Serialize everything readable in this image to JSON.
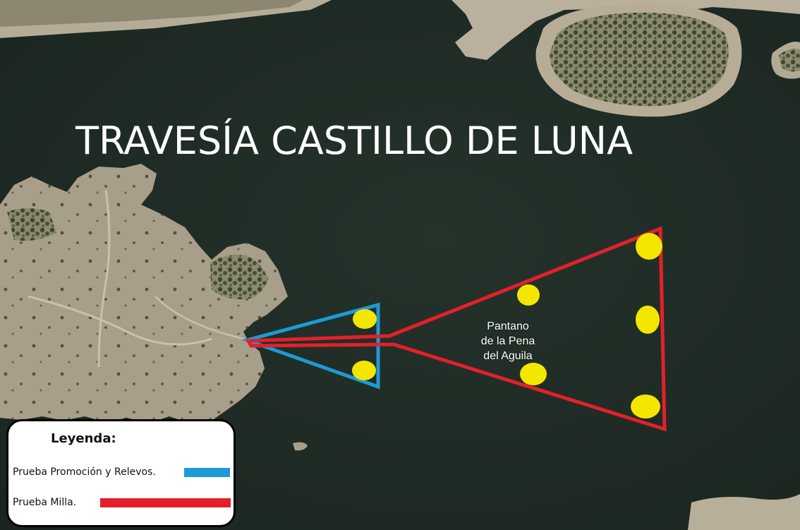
{
  "title": "TRAVESÍA CASTILLO DE LUNA",
  "place_label": [
    "Pantano",
    "de la Pena",
    "del Aguila"
  ],
  "legend": {
    "heading": "Leyenda:",
    "items": [
      {
        "label": "Prueba Promoción y Relevos.",
        "color": "#1b9bd7"
      },
      {
        "label": "Prueba Milla.",
        "color": "#e3202a"
      }
    ]
  },
  "colors": {
    "water": "#1d2a23",
    "land": "#a39a86",
    "route_blue": "#1b9bd7",
    "route_red": "#e3202a",
    "buoy": "#f3e600"
  }
}
